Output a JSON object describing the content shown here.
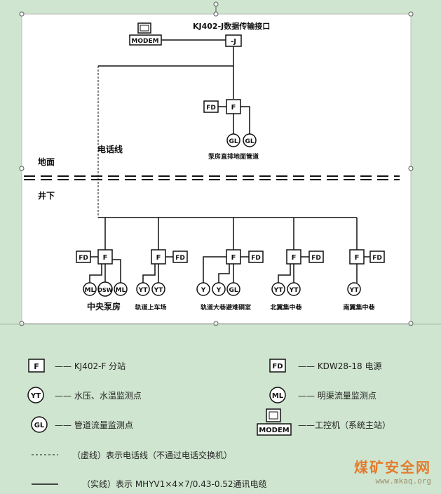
{
  "diagram": {
    "top_title": "KJ402-J数据传输接口",
    "modem_label": "MODEM",
    "j_box": "-J",
    "surface_label": "地面",
    "underground_label": "井下",
    "phone_line_label": "电话线",
    "surface_station": {
      "fd": "FD",
      "f": "F",
      "sensors": [
        "GL",
        "GL"
      ],
      "caption": "泵房直排地面管道"
    },
    "stations": [
      {
        "fd": "FD",
        "f": "F",
        "sensors": [
          "ML",
          "DSW",
          "ML"
        ],
        "caption": "中央泵房"
      },
      {
        "fd": "FD",
        "f": "F",
        "sensors": [
          "YT",
          "YT"
        ],
        "caption": "轨道上车场"
      },
      {
        "fd": "FD",
        "f": "F",
        "sensors": [
          "Y",
          "Y",
          "GL"
        ],
        "caption": "轨道大巷避难硐室"
      },
      {
        "fd": "FD",
        "f": "F",
        "sensors": [
          "YT",
          "YT"
        ],
        "caption": "北翼集中巷"
      },
      {
        "fd": "FD",
        "f": "F",
        "sensors": [
          "YT"
        ],
        "caption": "南翼集中巷"
      }
    ]
  },
  "legend": {
    "f_symbol": "F",
    "f_text": "—— KJ402-F 分站",
    "fd_symbol": "FD",
    "fd_text": "—— KDW28-18 电源",
    "yt_symbol": "YT",
    "yt_text": "—— 水压、水温监测点",
    "ml_symbol": "ML",
    "ml_text": "—— 明渠流量监测点",
    "gl_symbol": "GL",
    "gl_text": "—— 管道流量监测点",
    "modem_symbol": "MODEM",
    "modem_text": "——工控机（系统主站）",
    "dashed_text": "（虚线）表示电话线（不通过电话交换机）",
    "solid_text": "（实线）表示 MHYV1×4×7/0.43-0.52通讯电缆"
  },
  "watermark": {
    "title": "煤矿安全网",
    "url": "www.mkaq.org"
  },
  "colors": {
    "background": "#cfe5cf",
    "paper": "#ffffff",
    "line": "#111111",
    "watermark": "#e37c2c"
  }
}
